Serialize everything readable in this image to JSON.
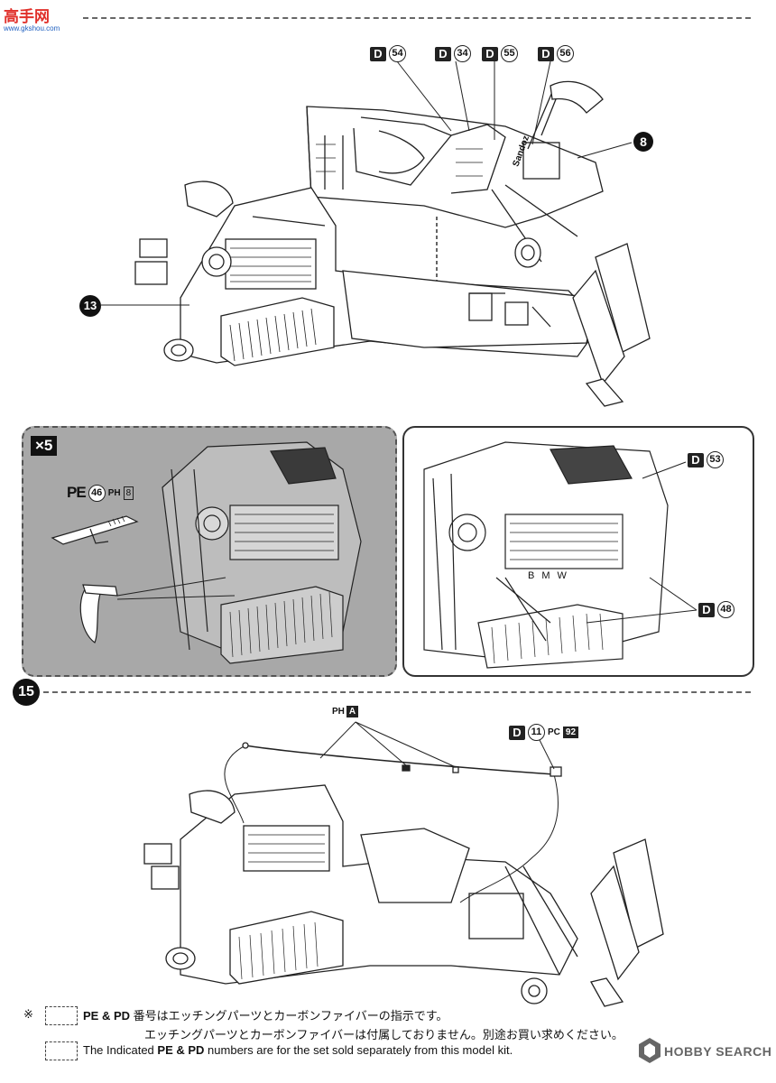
{
  "watermark": {
    "site_cn": "高手网",
    "site_url": "www.gkshou.com"
  },
  "step13": {
    "number": "13",
    "callouts": [
      {
        "letter": "D",
        "num": "54"
      },
      {
        "letter": "D",
        "num": "34"
      },
      {
        "letter": "D",
        "num": "55"
      },
      {
        "letter": "D",
        "num": "56"
      }
    ],
    "step8_ref": "8",
    "decal_text": "Sandoz"
  },
  "detail_left": {
    "multiplier": "×5",
    "pe_label": "PE",
    "pe_num": "46",
    "ph_label": "PH",
    "ph_num": "8"
  },
  "detail_right": {
    "callouts": [
      {
        "letter": "D",
        "num": "53"
      },
      {
        "letter": "D",
        "num": "48"
      }
    ],
    "engine_text": "BMW"
  },
  "step15": {
    "number": "15",
    "ph_label": "PH",
    "ph_letter": "A",
    "d_letter": "D",
    "d_num": "11",
    "pc_label": "PC",
    "pc_num": "92"
  },
  "footnotes": {
    "asterisk": "※",
    "pe_pd_label": "PE & PD",
    "jp_line1": "番号はエッチングパーツとカーボンファイバーの指示です。",
    "jp_line2": "エッチングパーツとカーボンファイバーは付属しておりません。別途お買い求めください。",
    "en_prefix": "The Indicated",
    "en_suffix": "numbers are for the set sold separately from this model kit."
  },
  "source_logo": {
    "brand": "HOBBY SEARCH"
  }
}
